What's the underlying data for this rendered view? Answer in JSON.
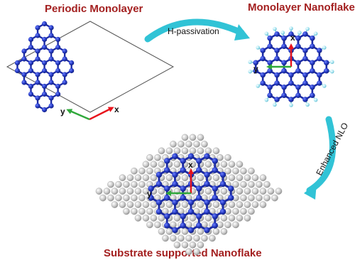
{
  "titles": {
    "periodic": "Periodic Monolayer",
    "nanoflake": "Monolayer Nanoflake",
    "substrate": "Substrate supported Nanoflake"
  },
  "arrows": {
    "passivation": "H-passivation",
    "nlo": "Enhanced NLO"
  },
  "axes": {
    "x": "x",
    "y": "y"
  },
  "colors": {
    "title": "#a31f1f",
    "atom": "#2233b8",
    "bond": "#1b2aa6",
    "hydrogen": "#9ee1ef",
    "substrate": "#c4c4c4",
    "process_arrow": "#31c3d6",
    "axis_x": "#e8141c",
    "axis_y": "#2fa83a"
  }
}
